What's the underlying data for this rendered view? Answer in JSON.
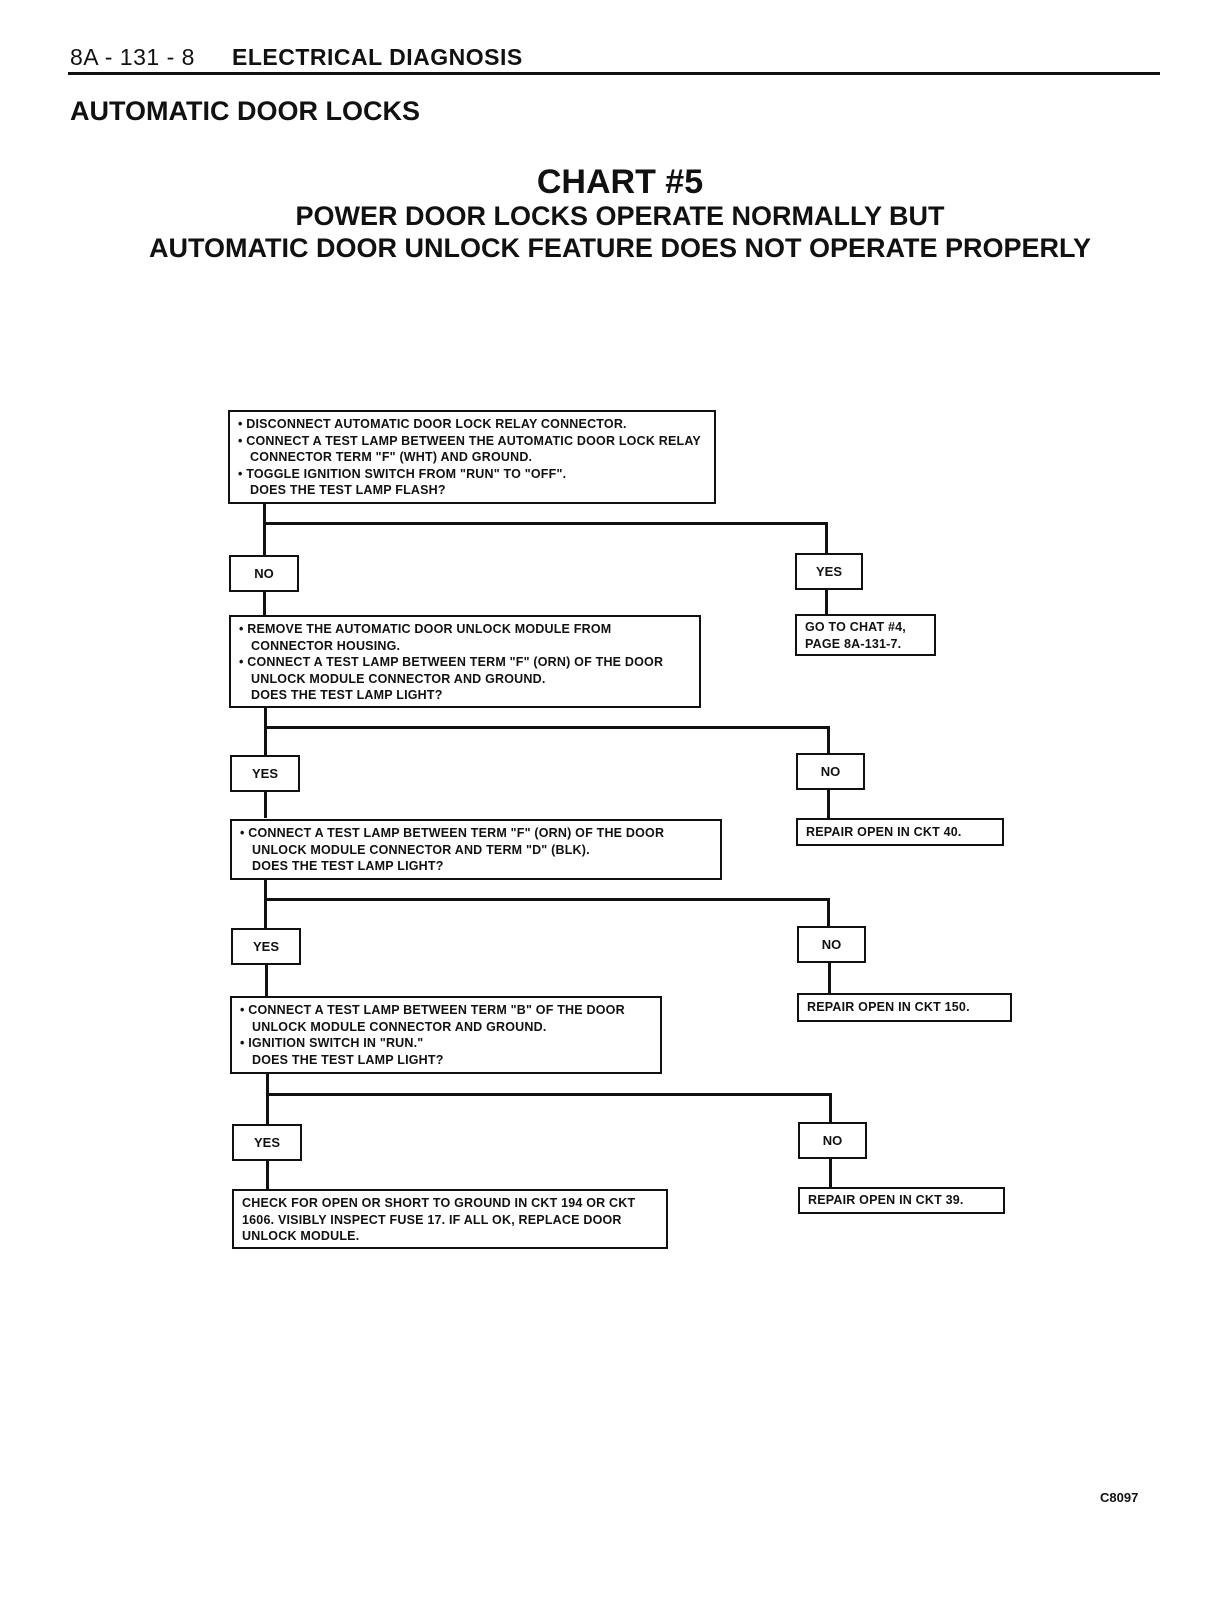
{
  "header": {
    "page_id": "8A - 131 - 8",
    "title": "ELECTRICAL DIAGNOSIS"
  },
  "section": "AUTOMATIC DOOR LOCKS",
  "chart": {
    "number": "CHART #5",
    "title_line1": "POWER DOOR LOCKS OPERATE NORMALLY BUT",
    "title_line2": "AUTOMATIC DOOR UNLOCK FEATURE DOES NOT OPERATE PROPERLY"
  },
  "steps": [
    {
      "bullets": [
        "• DISCONNECT AUTOMATIC DOOR LOCK RELAY CONNECTOR.",
        "• CONNECT A TEST LAMP BETWEEN THE AUTOMATIC DOOR LOCK RELAY CONNECTOR TERM \"F\" (WHT) AND GROUND.",
        "• TOGGLE IGNITION SWITCH FROM \"RUN\" TO \"OFF\"."
      ],
      "question": "DOES THE TEST LAMP FLASH?"
    },
    {
      "bullets": [
        "• REMOVE THE AUTOMATIC DOOR UNLOCK MODULE FROM CONNECTOR HOUSING.",
        "• CONNECT A TEST LAMP BETWEEN TERM \"F\" (ORN) OF THE DOOR UNLOCK MODULE CONNECTOR AND GROUND."
      ],
      "question": "DOES THE TEST LAMP LIGHT?"
    },
    {
      "bullets": [
        "• CONNECT A TEST LAMP BETWEEN TERM \"F\" (ORN) OF THE DOOR UNLOCK MODULE CONNECTOR AND TERM \"D\" (BLK)."
      ],
      "question": "DOES THE TEST LAMP LIGHT?"
    },
    {
      "bullets": [
        "• CONNECT A TEST LAMP BETWEEN TERM \"B\" OF THE DOOR UNLOCK MODULE CONNECTOR AND GROUND.",
        "• IGNITION SWITCH IN \"RUN.\""
      ],
      "question": "DOES THE TEST LAMP LIGHT?"
    }
  ],
  "final_step": "CHECK FOR OPEN OR SHORT TO GROUND IN CKT 194 OR CKT 1606. VISIBLY INSPECT FUSE 17. IF ALL OK, REPLACE DOOR UNLOCK MODULE.",
  "branches": [
    {
      "left": "NO",
      "right": "YES",
      "right_result": "GO TO CHAT #4, PAGE 8A-131-7."
    },
    {
      "left": "YES",
      "right": "NO",
      "right_result": "REPAIR OPEN IN CKT 40."
    },
    {
      "left": "YES",
      "right": "NO",
      "right_result": "REPAIR OPEN IN CKT 150."
    },
    {
      "left": "YES",
      "right": "NO",
      "right_result": "REPAIR OPEN IN CKT 39."
    }
  ],
  "figure_code": "C8097"
}
